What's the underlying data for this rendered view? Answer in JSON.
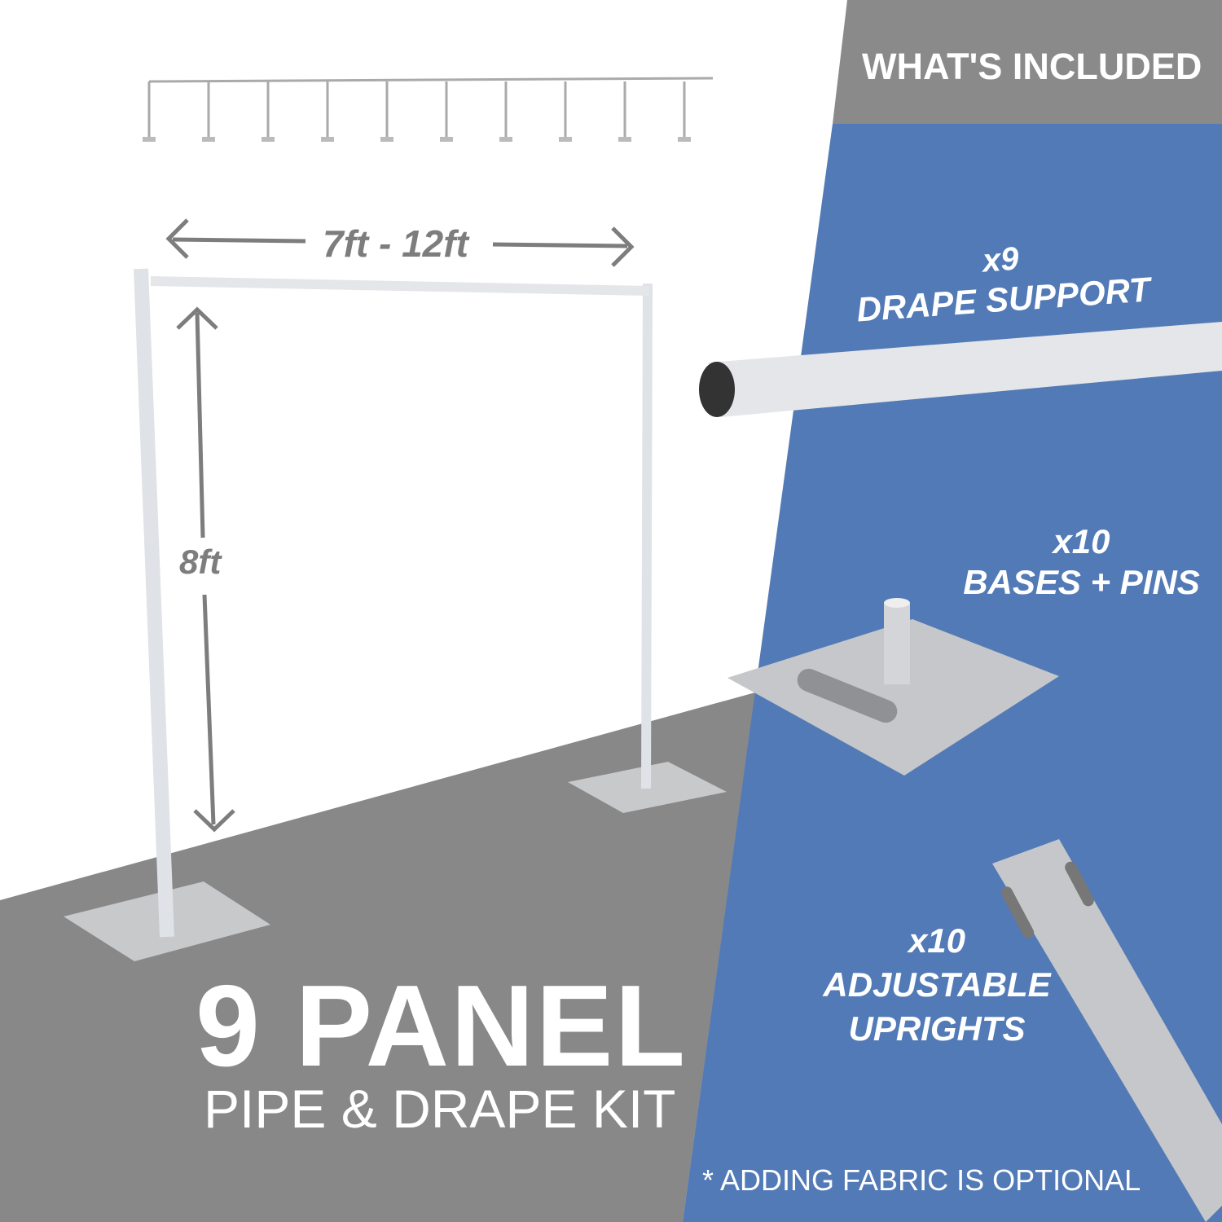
{
  "header": {
    "title": "WHAT'S INCLUDED"
  },
  "dimensions": {
    "width": "7ft - 12ft",
    "height": "8ft"
  },
  "items": [
    {
      "qty": "x9",
      "name": "DRAPE SUPPORT"
    },
    {
      "qty": "x10",
      "name": "BASES + PINS"
    },
    {
      "qty": "x10",
      "name_line1": "ADJUSTABLE",
      "name_line2": "UPRIGHTS"
    }
  ],
  "product": {
    "title": "9 PANEL",
    "subtitle": "PIPE & DRAPE KIT"
  },
  "footnote": "* ADDING FABRIC IS OPTIONAL",
  "colors": {
    "blue": "#527ab6",
    "gray": "#888888",
    "banner": "#8a8a8a"
  }
}
